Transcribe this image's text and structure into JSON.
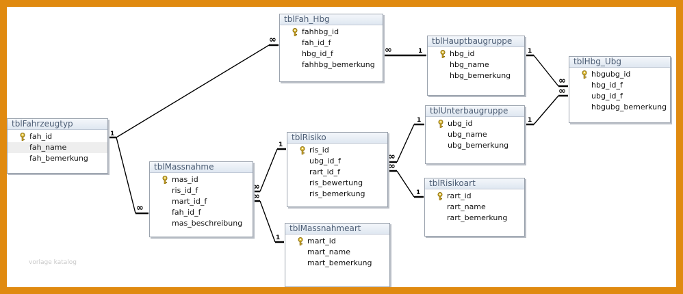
{
  "tables": [
    {
      "id": "fahrzeugtyp",
      "title": "tblFahrzeugtyp",
      "fields": [
        {
          "name": "fah_id",
          "key": true
        },
        {
          "name": "fah_name",
          "selected": true
        },
        {
          "name": "fah_bemerkung"
        }
      ]
    },
    {
      "id": "massnahme",
      "title": "tblMassnahme",
      "fields": [
        {
          "name": "mas_id",
          "key": true
        },
        {
          "name": "ris_id_f"
        },
        {
          "name": "mart_id_f"
        },
        {
          "name": "fah_id_f"
        },
        {
          "name": "mas_beschreibung"
        }
      ]
    },
    {
      "id": "fahhbg",
      "title": "tblFah_Hbg",
      "fields": [
        {
          "name": "fahhbg_id",
          "key": true
        },
        {
          "name": "fah_id_f"
        },
        {
          "name": "hbg_id_f"
        },
        {
          "name": "fahhbg_bemerkung"
        }
      ]
    },
    {
      "id": "risiko",
      "title": "tblRisiko",
      "fields": [
        {
          "name": "ris_id",
          "key": true
        },
        {
          "name": "ubg_id_f"
        },
        {
          "name": "rart_id_f"
        },
        {
          "name": "ris_bewertung"
        },
        {
          "name": "ris_bemerkung"
        }
      ]
    },
    {
      "id": "massnahmeart",
      "title": "tblMassnahmeart",
      "fields": [
        {
          "name": "mart_id",
          "key": true
        },
        {
          "name": "mart_name"
        },
        {
          "name": "mart_bemerkung"
        }
      ]
    },
    {
      "id": "hauptbaugruppe",
      "title": "tblHauptbaugruppe",
      "fields": [
        {
          "name": "hbg_id",
          "key": true
        },
        {
          "name": "hbg_name"
        },
        {
          "name": "hbg_bemerkung"
        }
      ]
    },
    {
      "id": "unterbaugruppe",
      "title": "tblUnterbaugruppe",
      "fields": [
        {
          "name": "ubg_id",
          "key": true
        },
        {
          "name": "ubg_name"
        },
        {
          "name": "ubg_bemerkung"
        }
      ]
    },
    {
      "id": "risikoart",
      "title": "tblRisikoart",
      "fields": [
        {
          "name": "rart_id",
          "key": true
        },
        {
          "name": "rart_name"
        },
        {
          "name": "rart_bemerkung"
        }
      ]
    },
    {
      "id": "hbgubg",
      "title": "tblHbg_Ubg",
      "fields": [
        {
          "name": "hbgubg_id",
          "key": true
        },
        {
          "name": "hbg_id_f"
        },
        {
          "name": "ubg_id_f"
        },
        {
          "name": "hbgubg_bemerkung"
        }
      ]
    }
  ],
  "relationships": [
    {
      "one": "tblFahrzeugtyp.fah_id",
      "many": "tblFah_Hbg.fah_id_f",
      "one_label": "1",
      "many_label": "∞"
    },
    {
      "one": "tblFahrzeugtyp.fah_id",
      "many": "tblMassnahme.fah_id_f",
      "one_label": "1",
      "many_label": "∞"
    },
    {
      "one": "tblHauptbaugruppe.hbg_id",
      "many": "tblFah_Hbg.hbg_id_f",
      "one_label": "1",
      "many_label": "∞"
    },
    {
      "one": "tblHauptbaugruppe.hbg_id",
      "many": "tblHbg_Ubg.hbg_id_f",
      "one_label": "1",
      "many_label": "∞"
    },
    {
      "one": "tblUnterbaugruppe.ubg_id",
      "many": "tblHbg_Ubg.ubg_id_f",
      "one_label": "1",
      "many_label": "∞"
    },
    {
      "one": "tblRisiko.ris_id",
      "many": "tblMassnahme.ris_id_f",
      "one_label": "1",
      "many_label": "∞"
    },
    {
      "one": "tblMassnahmeart.mart_id",
      "many": "tblMassnahme.mart_id_f",
      "one_label": "1",
      "many_label": "∞"
    },
    {
      "one": "tblUnterbaugruppe.ubg_id",
      "many": "tblRisiko.ubg_id_f",
      "one_label": "1",
      "many_label": "∞"
    },
    {
      "one": "tblRisikoart.rart_id",
      "many": "tblRisiko.rart_id_f",
      "one_label": "1",
      "many_label": "∞"
    }
  ],
  "watermark": "vorlage katalog",
  "colors": {
    "frame": "#e08a10",
    "key_icon": "#e3c23c",
    "title_text": "#4c5d74"
  }
}
